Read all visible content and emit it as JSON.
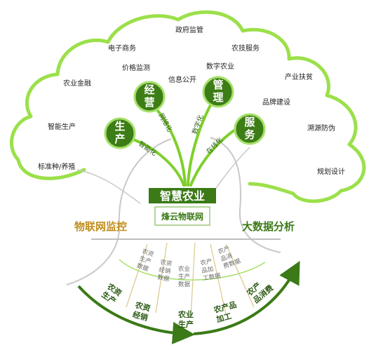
{
  "canopy_labels": [
    "政府监管",
    "电子商务",
    "农技服务",
    "价格监测",
    "数字农业",
    "产业扶贫",
    "农业金融",
    "信息公开",
    "品牌建设",
    "智能生产",
    "溯源防伪",
    "标准种/养殖",
    "规划设计"
  ],
  "nodes": [
    "生产",
    "经营",
    "管理",
    "服务"
  ],
  "node_labels": [
    {
      "chars": [
        "生",
        "产"
      ]
    },
    {
      "chars": [
        "经",
        "营"
      ]
    },
    {
      "chars": [
        "管",
        "理"
      ]
    },
    {
      "chars": [
        "服",
        "务"
      ]
    }
  ],
  "branch_labels": [
    "智能化",
    "网络化",
    "数字化",
    "在线化"
  ],
  "trunk_title": "智慧农业",
  "brand": "烽云物联网",
  "left_label": "物联网监控",
  "right_label": "大数据分析",
  "segments": [
    {
      "lines": [
        "农资",
        "生产",
        "数据"
      ]
    },
    {
      "lines": [
        "农资",
        "经销",
        "数据"
      ]
    },
    {
      "lines": [
        "农业",
        "生产",
        "数据"
      ]
    },
    {
      "lines": [
        "农产",
        "品加",
        "工数据"
      ]
    },
    {
      "lines": [
        "农产",
        "品消",
        "费数据"
      ]
    }
  ],
  "bottom_labels": [
    {
      "lines": [
        "农资",
        "生产"
      ]
    },
    {
      "lines": [
        "农资",
        "经销"
      ]
    },
    {
      "lines": [
        "农业",
        "生产"
      ]
    },
    {
      "lines": [
        "农产品",
        "加工"
      ]
    },
    {
      "lines": [
        "农产",
        "品消费"
      ]
    }
  ],
  "colors": {
    "canopy_stroke": "#9be04a",
    "dark_green": "#3b7a17",
    "node_fill": "#3d7d16",
    "light_green": "#7fcf2c",
    "gold": "#c0901f",
    "gray_line": "#bfbfbf"
  }
}
